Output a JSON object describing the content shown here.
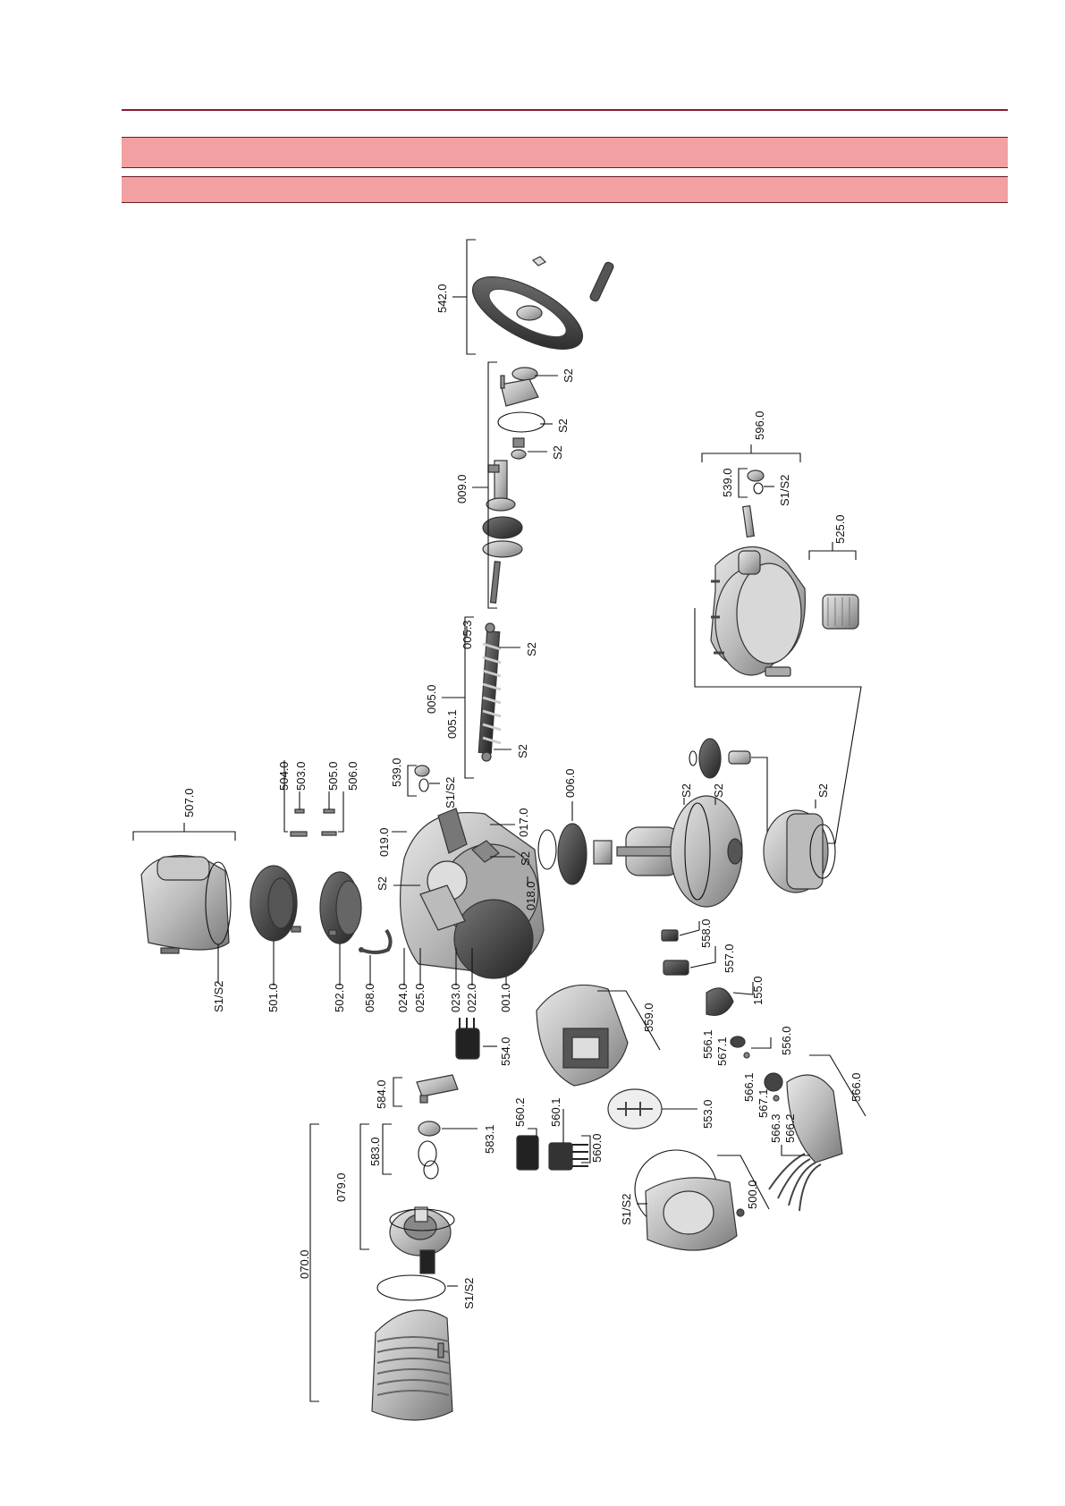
{
  "header": {
    "title": "",
    "subtitle": ""
  },
  "diagram": {
    "type": "exploded-parts-view",
    "icons": [
      "handwheel-icon",
      "shaft-icon",
      "gear-icon",
      "housing-icon",
      "cover-icon",
      "motor-icon",
      "circuit-board-icon",
      "switch-icon",
      "plug-icon"
    ],
    "labels": {
      "p542_0": "542.0",
      "p009_0": "009.0",
      "p005_0": "005.0",
      "p005_1": "005.1",
      "p005_3": "005.3",
      "p539_0_a": "539.0",
      "p539_0_b": "539.0",
      "p596_0": "596.0",
      "p525_0": "525.0",
      "p507_0": "507.0",
      "p504_0": "504.0",
      "p503_0": "503.0",
      "p505_0": "505.0",
      "p506_0": "506.0",
      "p019_0": "019.0",
      "p017_0": "017.0",
      "p018_0": "018.0",
      "p006_0": "006.0",
      "p501_0": "501.0",
      "p502_0": "502.0",
      "p058_0": "058.0",
      "p024_0": "024.0",
      "p025_0": "025.0",
      "p023_0": "023.0",
      "p022_0": "022.0",
      "p001_0": "001.0",
      "p558_0": "558.0",
      "p557_0": "557.0",
      "p155_0": "155.0",
      "p556_0": "556.0",
      "p556_1": "556.1",
      "p567_1_a": "567.1",
      "p559_0": "559.0",
      "p554_0": "554.0",
      "p584_0": "584.0",
      "p583_0": "583.0",
      "p583_1": "583.1",
      "p560_2": "560.2",
      "p560_1": "560.1",
      "p560_0": "560.0",
      "p553_0": "553.0",
      "p566_0": "566.0",
      "p566_1": "566.1",
      "p567_1_b": "567.1",
      "p566_3": "566.3",
      "p566_2": "566.2",
      "p500_0": "500.0",
      "p079_0": "079.0",
      "p070_0": "070.0",
      "s2_a": "S2",
      "s2_b": "S2",
      "s2_c": "S2",
      "s2_d": "S2",
      "s2_e": "S2",
      "s2_f": "S2",
      "s2_g": "S2",
      "s2_h": "S2",
      "s2_i": "S2",
      "s2_j": "S2",
      "s1s2_a": "S1/S2",
      "s1s2_b": "S1/S2",
      "s1s2_c": "S1/S2",
      "s1s2_d": "S1/S2",
      "s1s2_e": "S1/S2"
    }
  }
}
